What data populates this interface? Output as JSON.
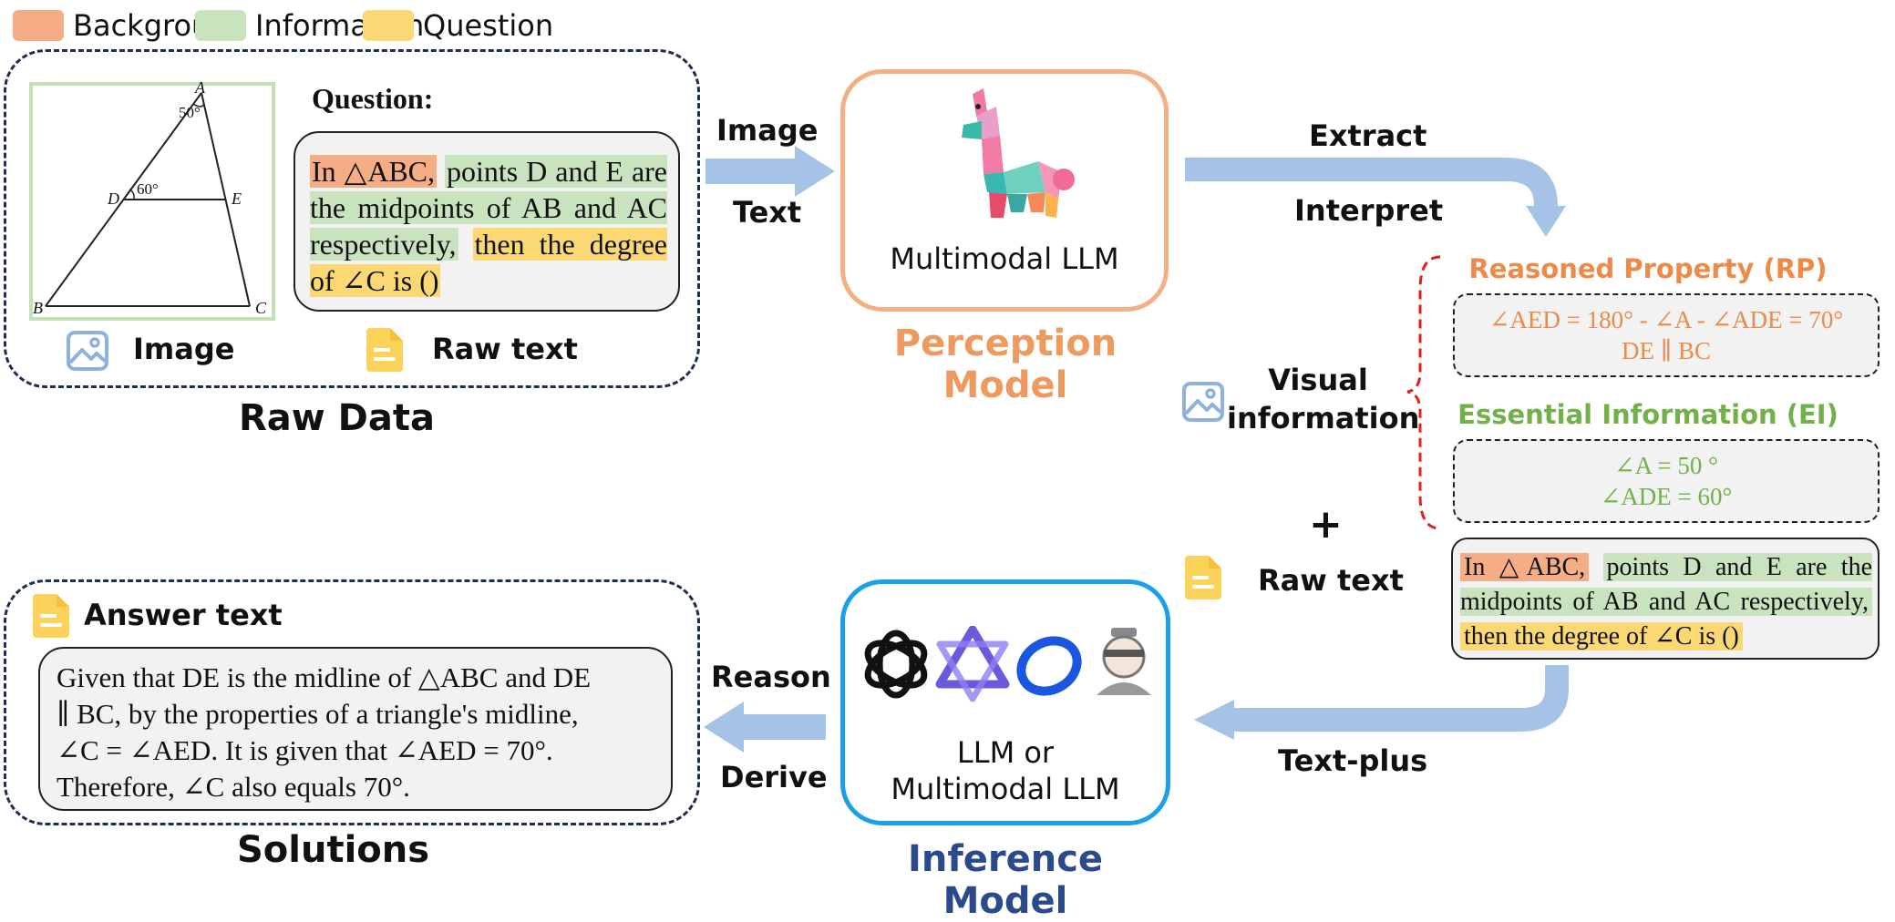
{
  "legend": [
    {
      "label": "Background",
      "color": "#f4ad85"
    },
    {
      "label": "Information",
      "color": "#c8e3bd"
    },
    {
      "label": "Question",
      "color": "#fcd874"
    }
  ],
  "raw_data": {
    "title": "Raw Data",
    "question_label": "Question:",
    "image_label": "Image",
    "raw_text_label": "Raw text",
    "figure": {
      "vertex_a": "A",
      "vertex_b": "B",
      "vertex_c": "C",
      "vertex_d": "D",
      "vertex_e": "E",
      "angle_a": "50°",
      "angle_d": "60°"
    },
    "question_parts": {
      "background": "In △ABC,",
      "information": "points D and E are the midpoints of AB and AC respectively,",
      "question": "then the degree of ∠C is ()"
    }
  },
  "arrows": {
    "image": "Image",
    "text": "Text",
    "extract": "Extract",
    "interpret": "Interpret",
    "text_plus": "Text-plus",
    "reason": "Reason",
    "derive": "Derive"
  },
  "perception": {
    "caption": "Multimodal LLM",
    "title": "Perception Model"
  },
  "visual_info": {
    "label_line1": "Visual",
    "label_line2": "information",
    "rp_title": "Reasoned Property (RP)",
    "rp_line1": "∠AED = 180° - ∠A - ∠ADE = 70°",
    "rp_line2": "DE ∥ BC",
    "ei_title": "Essential Information (EI)",
    "ei_line1": "∠A = 50 °",
    "ei_line2": "∠ADE = 60°",
    "plus": "+",
    "raw_text_label": "Raw text",
    "colors": {
      "rp": "#ec8a4a",
      "ei": "#72b04a",
      "bracket": "#e02020"
    }
  },
  "inference": {
    "caption_line1": "LLM or",
    "caption_line2": "Multimodal LLM",
    "title": "Inference Model"
  },
  "solutions": {
    "title": "Solutions",
    "answer_label": "Answer text",
    "answer_lines": [
      "Given that DE is the midline of △ABC and DE",
      "∥ BC, by the properties of a triangle's midline,",
      "∠C = ∠AED. It is given that ∠AED = 70°.",
      "Therefore, ∠C also equals 70°."
    ]
  },
  "colors": {
    "perception_border": "#f2b083",
    "perception_title": "#ee9a5e",
    "inference_border": "#1aa0e6",
    "inference_title": "#2a4a8c",
    "arrow": "#a4c3e6",
    "icon_blue": "#8fb1e0",
    "icon_yellow": "#fcd35a"
  }
}
